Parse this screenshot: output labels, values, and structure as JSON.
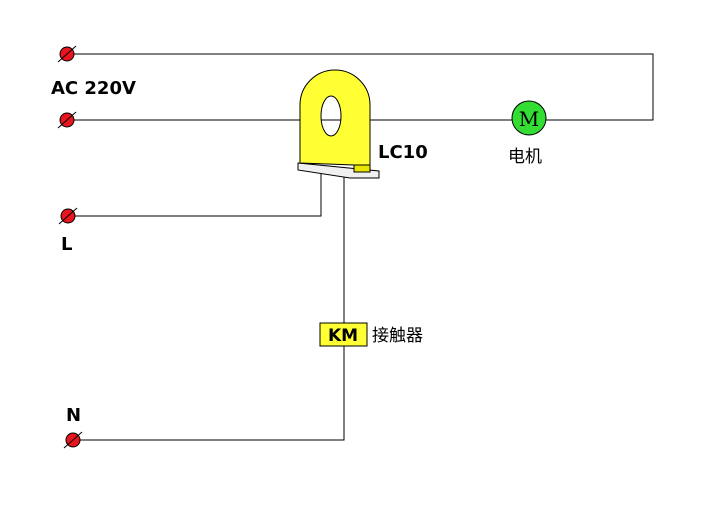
{
  "labels": {
    "ac_supply": "AC 220V",
    "sensor": "LC10",
    "motor": "电机",
    "live": "L",
    "neutral": "N",
    "contactor_text": "接触器",
    "contactor_code": "KM",
    "motor_symbol": "M"
  },
  "colors": {
    "wire": "#000000",
    "terminal": "#e8141e",
    "sensor_body": "#ffff33",
    "motor_fill": "#33dd33",
    "contactor_fill": "#ffff33",
    "sensor_base": "#f0f0f0"
  },
  "icons": [
    "terminal-dot-icon",
    "current-transformer-icon",
    "motor-icon",
    "contactor-coil-icon"
  ]
}
